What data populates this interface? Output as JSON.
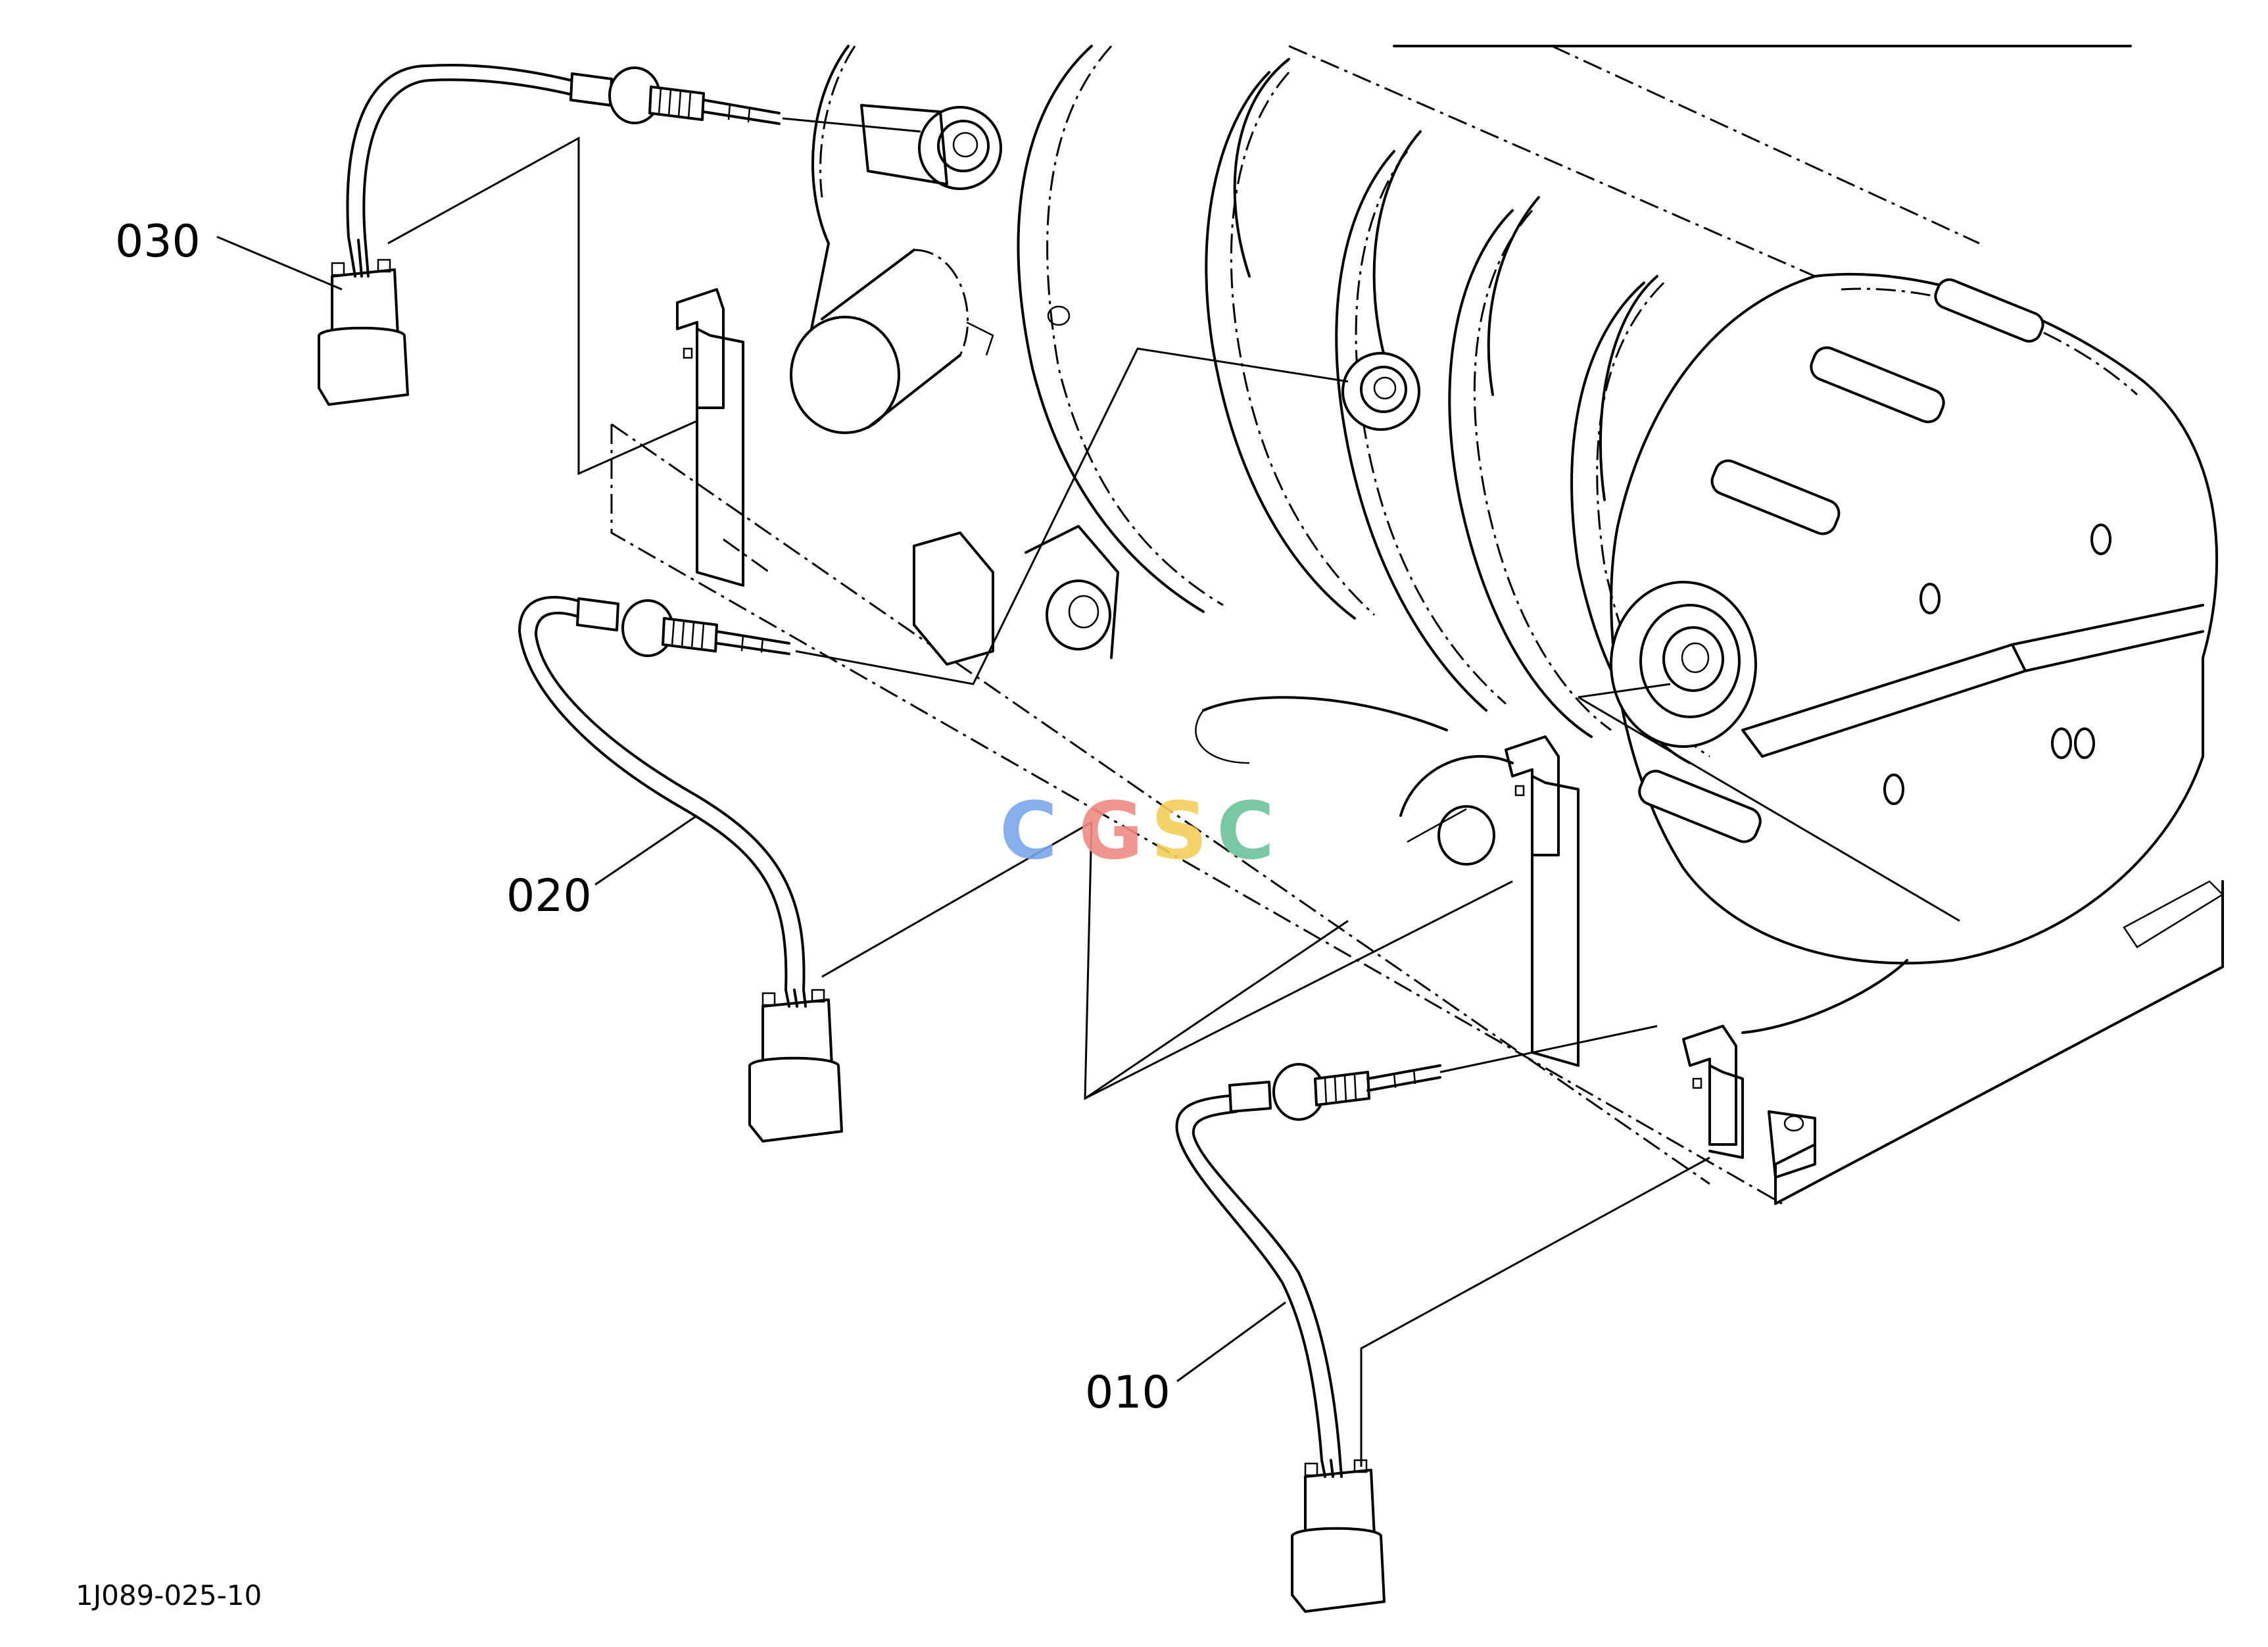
{
  "diagram": {
    "callouts": [
      {
        "id": "030",
        "label": "030"
      },
      {
        "id": "020",
        "label": "020"
      },
      {
        "id": "010",
        "label": "010"
      }
    ],
    "drawing_code": "1J089-025-10",
    "watermark": {
      "letters": [
        "C",
        "G",
        "S",
        "C"
      ],
      "colors": [
        "#7aa7ea",
        "#ef8b83",
        "#f6cf5a",
        "#6cc39a"
      ]
    },
    "icons": [
      "temperature-sensor-icon",
      "connector-icon",
      "muffler-housing-icon",
      "bracket-icon"
    ]
  }
}
